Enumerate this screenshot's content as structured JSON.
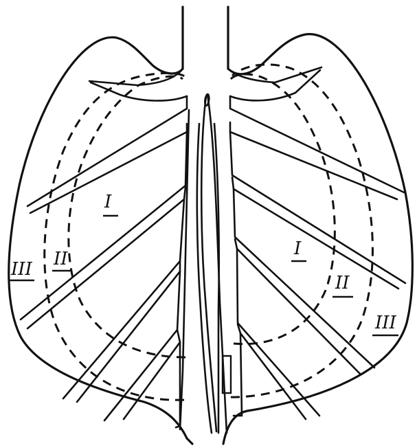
{
  "labels": {
    "left": {
      "zone_1": "I",
      "zone_2": "II",
      "zone_3": "III"
    },
    "right": {
      "zone_1": "I",
      "zone_2": "II",
      "zone_3": "III"
    }
  }
}
